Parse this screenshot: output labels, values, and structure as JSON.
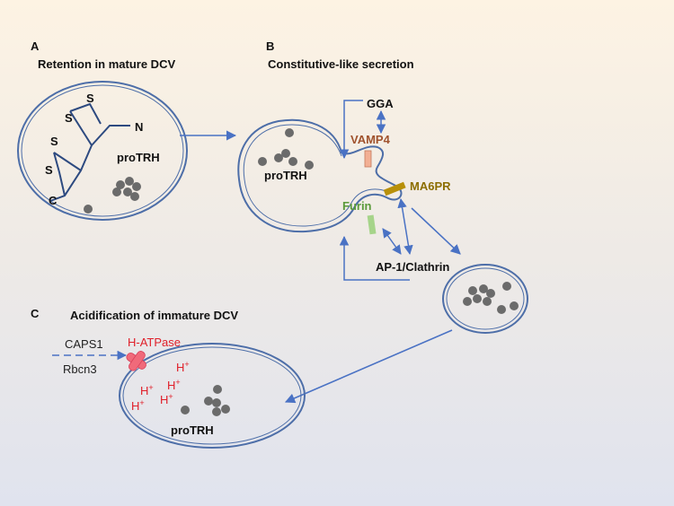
{
  "panels": {
    "a": {
      "letter": "A",
      "title": "Retention in mature DCV",
      "n_label": "N",
      "s_labels": [
        "S",
        "S",
        "S",
        "S"
      ],
      "c_label": "C",
      "cargo": "proTRH"
    },
    "b": {
      "letter": "B",
      "title": "Constitutive-like secretion",
      "cargo": "proTRH",
      "gga": "GGA",
      "vamp4": "VAMP4",
      "ma6pr": "MA6PR",
      "furin": "Furin",
      "ap1": "AP-1/Clathrin"
    },
    "c": {
      "letter": "C",
      "title": "Acidification of immature DCV",
      "caps1": "CAPS1",
      "rbcn3": "Rbcn3",
      "h_atpase": "H-ATPase",
      "h_ion": "H",
      "h_ion_sup": "+",
      "cargo": "proTRH"
    }
  },
  "colors": {
    "membrane": "#4d6ea8",
    "arrow": "#4a72c4",
    "granule": "#6b6b6b",
    "vamp4_text": "#a0522d",
    "vamp4_bar": "#f2b094",
    "ma6pr_text": "#8c6d00",
    "ma6pr_bar": "#b8900a",
    "furin_text": "#5a9a3a",
    "furin_bar": "#a6d48a",
    "h_atpase": "#e0202a",
    "pump": "#f06a7a"
  }
}
